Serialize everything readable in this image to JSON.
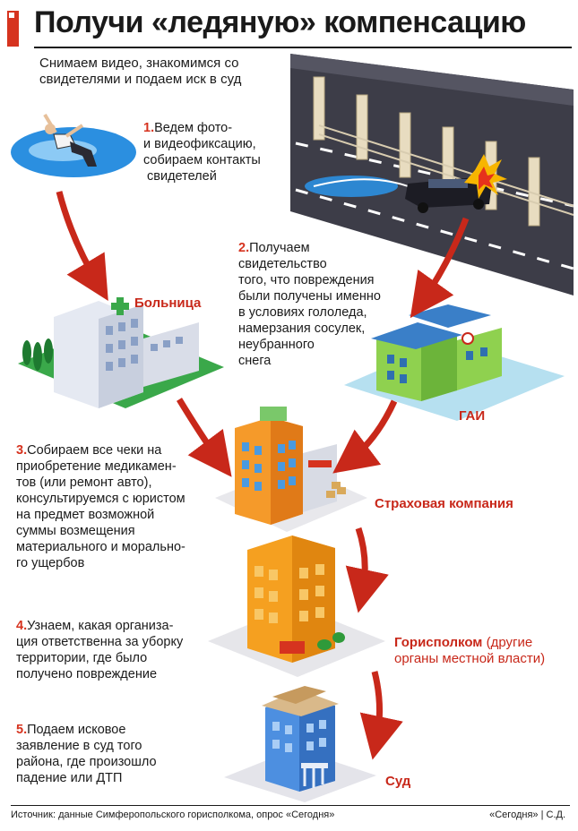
{
  "header": {
    "title": "Получи «ледяную» компенсацию",
    "subtitle": "Снимаем видео, знакомимся со свидетелями и подаем иск в суд"
  },
  "steps": [
    {
      "num": "1.",
      "text": "Ведем фото-\nи видеофиксацию,\nсобираем контакты\n свидетелей"
    },
    {
      "num": "2.",
      "text": "Получаем\nсвидетельство\nтого, что повреждения\nбыли получены именно\nв условиях гололеда,\nнамерзания сосулек,\nнеубранного\nснега"
    },
    {
      "num": "3.",
      "text": "Собираем все чеки на\nприобретение медикамен-\nтов (или ремонт авто),\nконсультируемся с юристом\nна предмет возможной\nсуммы возмещения\nматериального и морально-\nго ущербов"
    },
    {
      "num": "4.",
      "text": "Узнаем, какая организа-\nция ответственна за уборку\nтерритории, где было\nполучено повреждение"
    },
    {
      "num": "5.",
      "text": "Подаем исковое\nзаявление в суд того\nрайона, где произошло\nпадение или ДТП"
    }
  ],
  "places": {
    "hospital": "Больница",
    "gai": "ГАИ",
    "insurance": "Страховая компания",
    "council": "Горисполком",
    "council_extra": " (другие\nорганы местной власти)",
    "court": "Суд"
  },
  "footer": {
    "source": "Источник: данные Симферопольского горисполкома, опрос «Сегодня»",
    "credit": "«Сегодня» | С.Д."
  },
  "colors": {
    "accent": "#d6331f",
    "arrow": "#c8281a",
    "ice": "#2b8fe0",
    "road": "#3d3d48"
  }
}
